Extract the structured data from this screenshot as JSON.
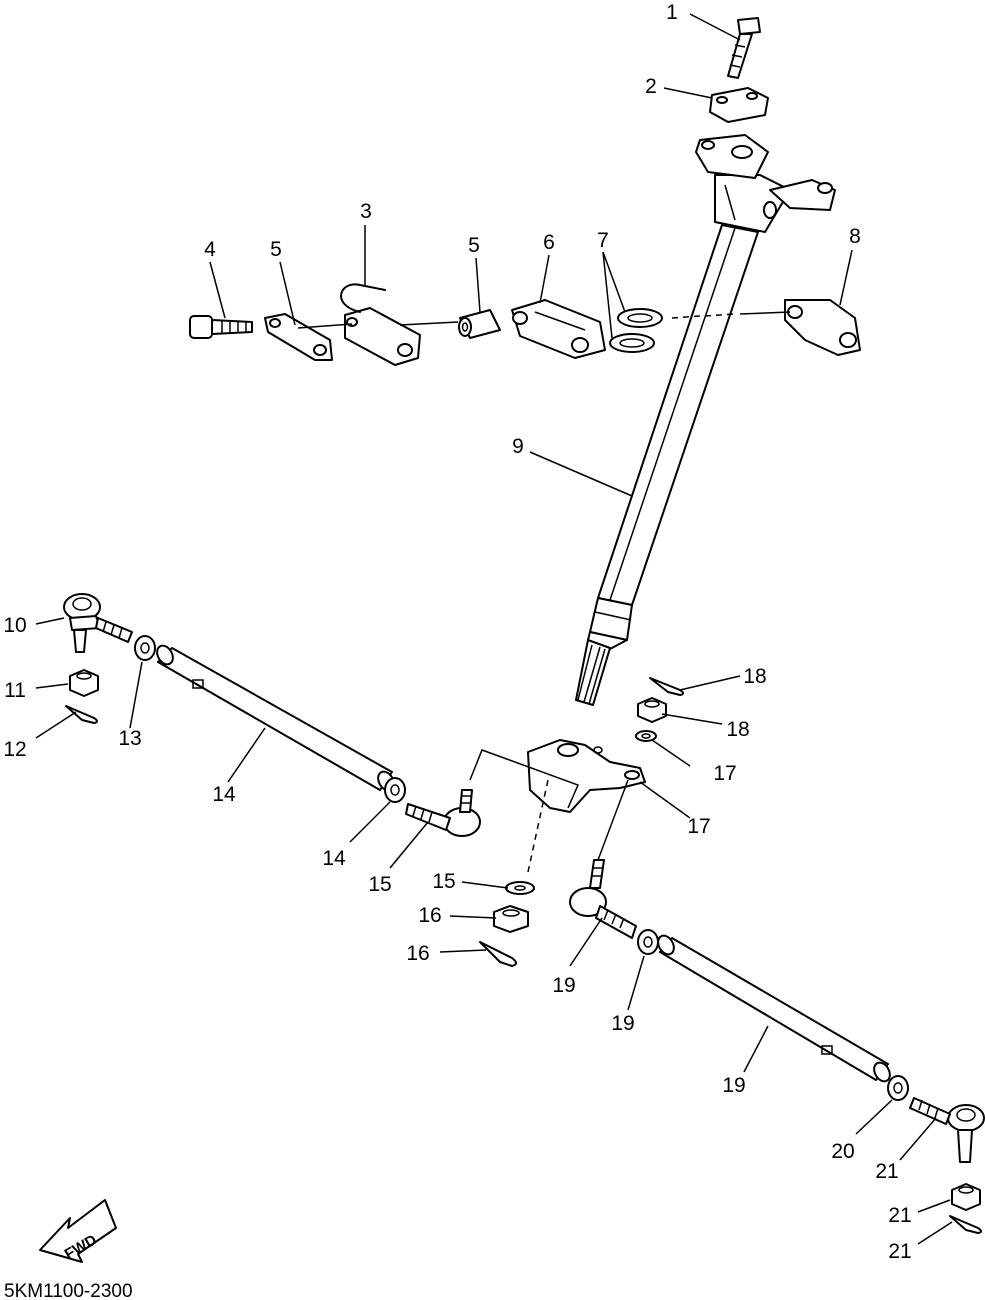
{
  "diagram": {
    "drawing_code": "5KM1100-2300",
    "forward_arrow_label": "FWD",
    "callouts": [
      "1",
      "2",
      "3",
      "4",
      "5",
      "5",
      "6",
      "7",
      "8",
      "9",
      "10",
      "11",
      "12",
      "13",
      "14",
      "14",
      "15",
      "15",
      "16",
      "16",
      "17",
      "17",
      "18",
      "18",
      "19",
      "19",
      "19",
      "20",
      "21",
      "21",
      "21"
    ]
  },
  "colors": {
    "line": "#000000",
    "background": "#ffffff"
  }
}
